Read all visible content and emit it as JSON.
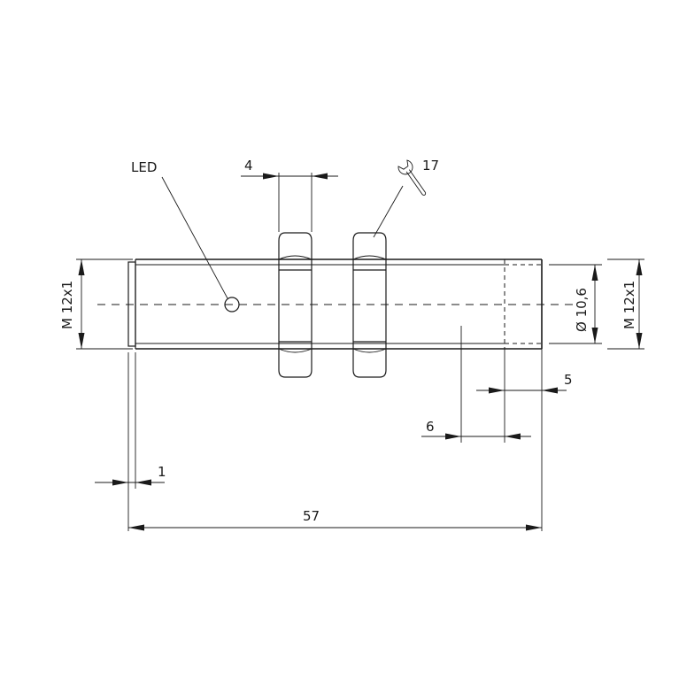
{
  "labels": {
    "led": "LED",
    "nut_width": "4",
    "wrench_size": "17",
    "thread_left": "M 12x1",
    "thread_right": "M 12x1",
    "diameter": "Ø 10,6",
    "dim_5": "5",
    "dim_6": "6",
    "dim_1": "1",
    "dim_57": "57"
  },
  "icons": {
    "wrench": "wrench-icon"
  },
  "colors": {
    "line": "#1a1a1a",
    "background": "#ffffff"
  }
}
